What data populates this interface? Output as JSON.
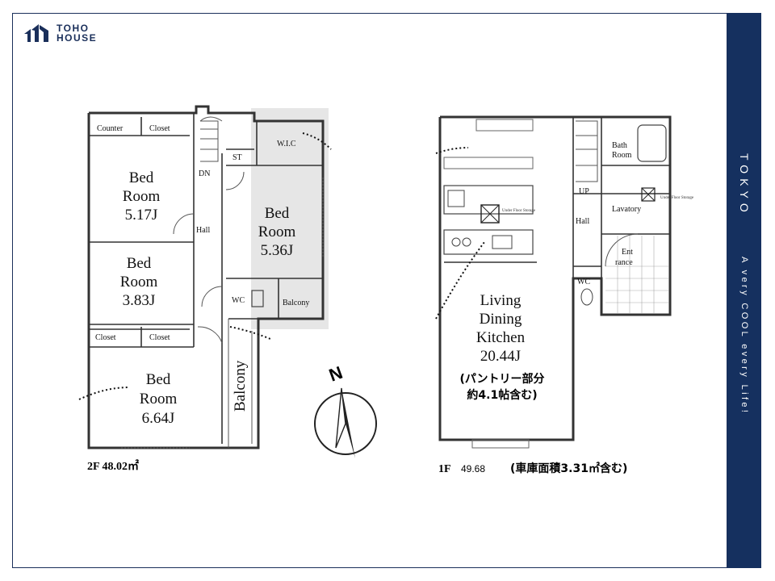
{
  "brand": {
    "line1": "TOHO",
    "line2": "HOUSE",
    "icon": "toho-house-logo-icon"
  },
  "sidebar": {
    "city": "TOKYO",
    "slogan": "A very COOL every Life!"
  },
  "floor2": {
    "area": "2F 48.02㎡",
    "rooms": {
      "bed_a_l1": "Bed",
      "bed_a_l2": "Room",
      "bed_a_l3": "5.17J",
      "bed_b_l1": "Bed",
      "bed_b_l2": "Room",
      "bed_b_l3": "5.36J",
      "bed_c_l1": "Bed",
      "bed_c_l2": "Room",
      "bed_c_l3": "3.83J",
      "bed_d_l1": "Bed",
      "bed_d_l2": "Room",
      "bed_d_l3": "6.64J",
      "counter": "Counter",
      "closet1": "Closet",
      "closet2": "Closet",
      "closet3": "Closet",
      "wic": "W.I.C",
      "st": "ST",
      "dn": "DN",
      "hall": "Hall",
      "wc": "WC",
      "balcony_small": "Balcony",
      "balcony": "Balcony"
    }
  },
  "floor1": {
    "area_label": "1F",
    "area_value": "49.68",
    "area_note": "(車庫面積3.31㎡含む)",
    "rooms": {
      "ldk_l1": "Living",
      "ldk_l2": "Dining",
      "ldk_l3": "Kitchen",
      "ldk_l4": "20.44J",
      "pantry_l1": "(パントリー部分",
      "pantry_l2": "約4.1帖含む)",
      "bath_l1": "Bath",
      "bath_l2": "Room",
      "up": "UP",
      "hall": "Hall",
      "lavatory": "Lavatory",
      "ent_l1": "Ent",
      "ent_l2": "rance",
      "wc": "WC",
      "under_storage_1": "Under Floor Storage",
      "under_storage_2": "Under Floor Storage"
    }
  },
  "compass": {
    "label": "N"
  }
}
